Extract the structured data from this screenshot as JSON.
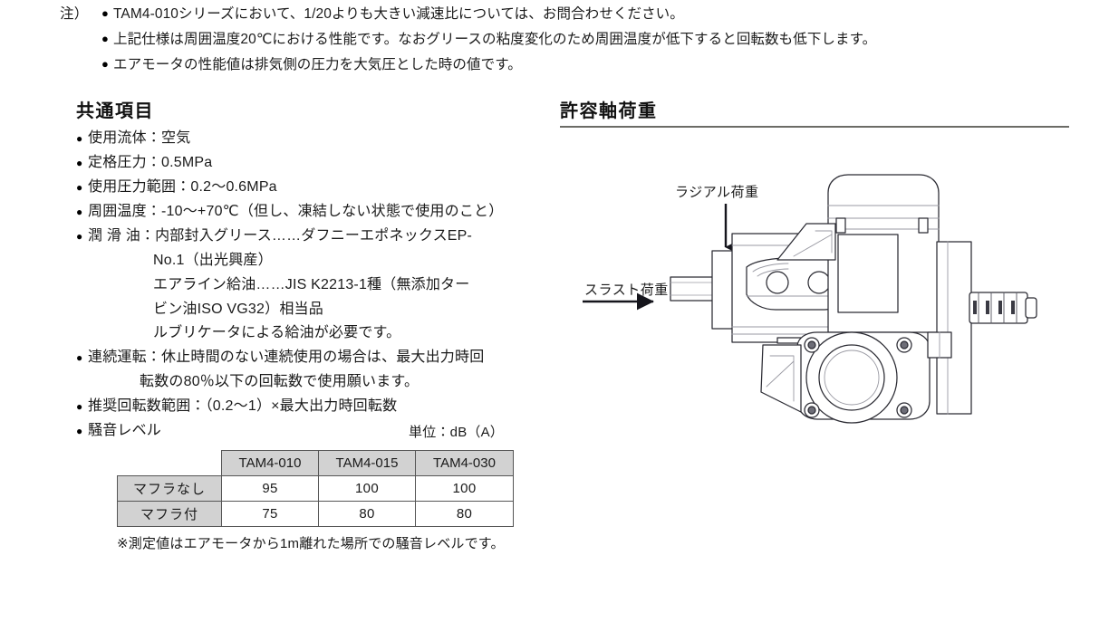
{
  "notes": {
    "label": "注）",
    "items": [
      "TAM4-010シリーズにおいて、1/20よりも大きい減速比については、お問合わせください。",
      "上記仕様は周囲温度20℃における性能です。なおグリースの粘度変化のため周囲温度が低下すると回転数も低下します。",
      "エアモータの性能値は排気側の圧力を大気圧とした時の値です。"
    ],
    "bullet": "●"
  },
  "common": {
    "title": "共通項目",
    "bullet": "●",
    "items": [
      "使用流体：空気",
      "定格圧力：0.5MPa",
      "使用圧力範囲：0.2〜0.6MPa",
      "周囲温度：-10〜+70℃（但し、凍結しない状態で使用のこと）",
      "潤 滑 油：内部封入グリース……ダフニーエポネックスEP-"
    ],
    "lubricant_cont": [
      "No.1（出光興産）",
      "エアライン給油……JIS K2213-1種（無添加ター",
      "ビン油ISO VG32）相当品",
      "ルブリケータによる給油が必要です。"
    ],
    "continuous": "連続運転：休止時間のない連続使用の場合は、最大出力時回",
    "continuous_cont": "転数の80％以下の回転数で使用願います。",
    "recommended": "推奨回転数範囲：（0.2〜1）×最大出力時回転数",
    "noise_label": "騒音レベル"
  },
  "noise_table": {
    "unit_caption": "単位：dB（A）",
    "corner": "",
    "columns": [
      "TAM4-010",
      "TAM4-015",
      "TAM4-030"
    ],
    "rows": [
      {
        "label": "マフラなし",
        "values": [
          "95",
          "100",
          "100"
        ]
      },
      {
        "label": "マフラ付",
        "values": [
          "75",
          "80",
          "80"
        ]
      }
    ],
    "footnote": "※測定値はエアモータから1m離れた場所での騒音レベルです。"
  },
  "shaft_load": {
    "title": "許容軸荷重",
    "radial_label": "ラジアル荷重",
    "thrust_label": "スラスト荷重"
  },
  "colors": {
    "text": "#1a1a1a",
    "table_header_fill": "#d2d2d2",
    "table_border": "#555555",
    "rule": "#6b6b66",
    "drawing_line": "#2b2b33"
  }
}
